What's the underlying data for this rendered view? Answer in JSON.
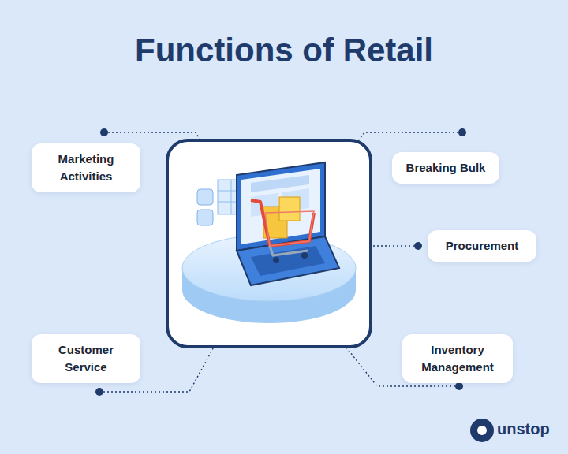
{
  "diagram": {
    "title": "Functions of Retail",
    "nodes": [
      {
        "text": [
          "Marketing Activities"
        ]
      },
      {
        "text": [
          "Breaking Bulk"
        ]
      },
      {
        "text": [
          "Procurement"
        ]
      },
      {
        "text": [
          "Customer Service"
        ]
      },
      {
        "text": [
          "Inventory Management"
        ]
      }
    ],
    "labels": [
      "unstop"
    ]
  }
}
